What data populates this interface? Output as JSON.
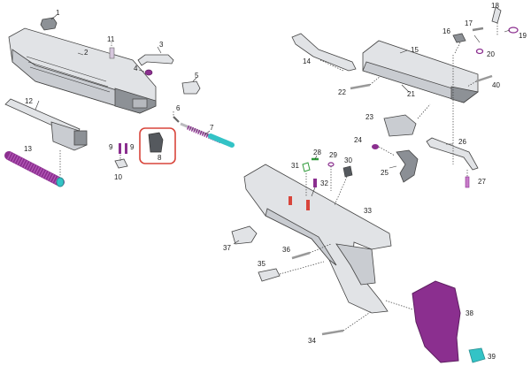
{
  "diagram": {
    "parts": [
      {
        "number": "1"
      },
      {
        "number": "2"
      },
      {
        "number": "3"
      },
      {
        "number": "4"
      },
      {
        "number": "5"
      },
      {
        "number": "6"
      },
      {
        "number": "7"
      },
      {
        "number": "8"
      },
      {
        "number": "9"
      },
      {
        "number": "10"
      },
      {
        "number": "11"
      },
      {
        "number": "12"
      },
      {
        "number": "13"
      },
      {
        "number": "14"
      },
      {
        "number": "15"
      },
      {
        "number": "16"
      },
      {
        "number": "17"
      },
      {
        "number": "18"
      },
      {
        "number": "19"
      },
      {
        "number": "20"
      },
      {
        "number": "21"
      },
      {
        "number": "22"
      },
      {
        "number": "23"
      },
      {
        "number": "24"
      },
      {
        "number": "25"
      },
      {
        "number": "26"
      },
      {
        "number": "27"
      },
      {
        "number": "28"
      },
      {
        "number": "29"
      },
      {
        "number": "30"
      },
      {
        "number": "31"
      },
      {
        "number": "32"
      },
      {
        "number": "33"
      },
      {
        "number": "34"
      },
      {
        "number": "35"
      },
      {
        "number": "36"
      },
      {
        "number": "37"
      },
      {
        "number": "38"
      },
      {
        "number": "39"
      },
      {
        "number": "40"
      }
    ],
    "highlighted_part": "8",
    "colors": {
      "steel": "#c9ccd1",
      "purple": "#8b2f8f",
      "teal": "#33c3c6",
      "green": "#2f9a3a",
      "red_highlight": "#d8453b"
    }
  }
}
